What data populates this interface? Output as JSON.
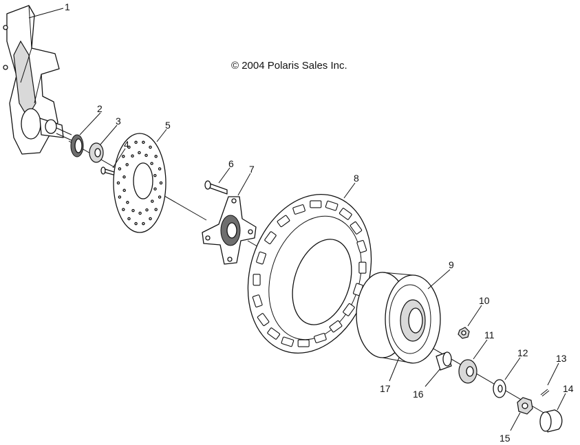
{
  "copyright": "© 2004 Polaris Sales Inc.",
  "callouts": {
    "c1": "1",
    "c2": "2",
    "c3": "3",
    "c4": "4",
    "c5": "5",
    "c6": "6",
    "c7": "7",
    "c8": "8",
    "c9": "9",
    "c10": "10",
    "c11": "11",
    "c12": "12",
    "c13": "13",
    "c14": "14",
    "c15": "15",
    "c16": "16",
    "c17": "17"
  }
}
